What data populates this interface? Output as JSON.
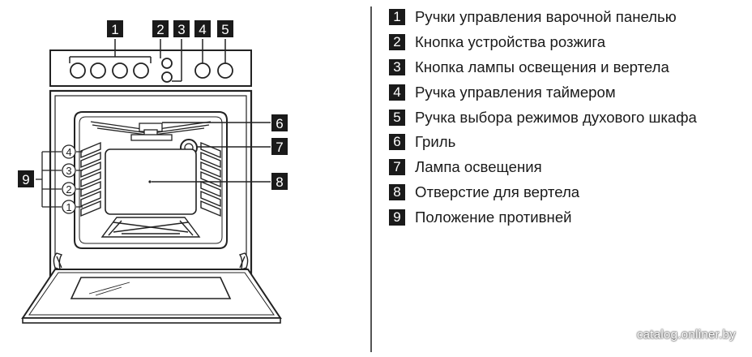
{
  "callouts": {
    "c1": "1",
    "c2": "2",
    "c3": "3",
    "c4": "4",
    "c5": "5",
    "c6": "6",
    "c7": "7",
    "c8": "8",
    "c9": "9"
  },
  "shelf_positions": [
    "4",
    "3",
    "2",
    "1"
  ],
  "legend": [
    {
      "num": "1",
      "text": "Ручки управления варочной панелью"
    },
    {
      "num": "2",
      "text": "Кнопка устройства розжига"
    },
    {
      "num": "3",
      "text": "Кнопка лампы освещения и вертела"
    },
    {
      "num": "4",
      "text": "Ручка управления таймером"
    },
    {
      "num": "5",
      "text": "Ручка выбора режимов духового шкафа"
    },
    {
      "num": "6",
      "text": "Гриль"
    },
    {
      "num": "7",
      "text": "Лампа освещения"
    },
    {
      "num": "8",
      "text": "Отверстие для вертела"
    },
    {
      "num": "9",
      "text": "Положение противней"
    }
  ],
  "watermark": "catalog.onliner.by",
  "colors": {
    "badge": "#1a1a1a",
    "line": "#222222",
    "background": "#ffffff"
  }
}
